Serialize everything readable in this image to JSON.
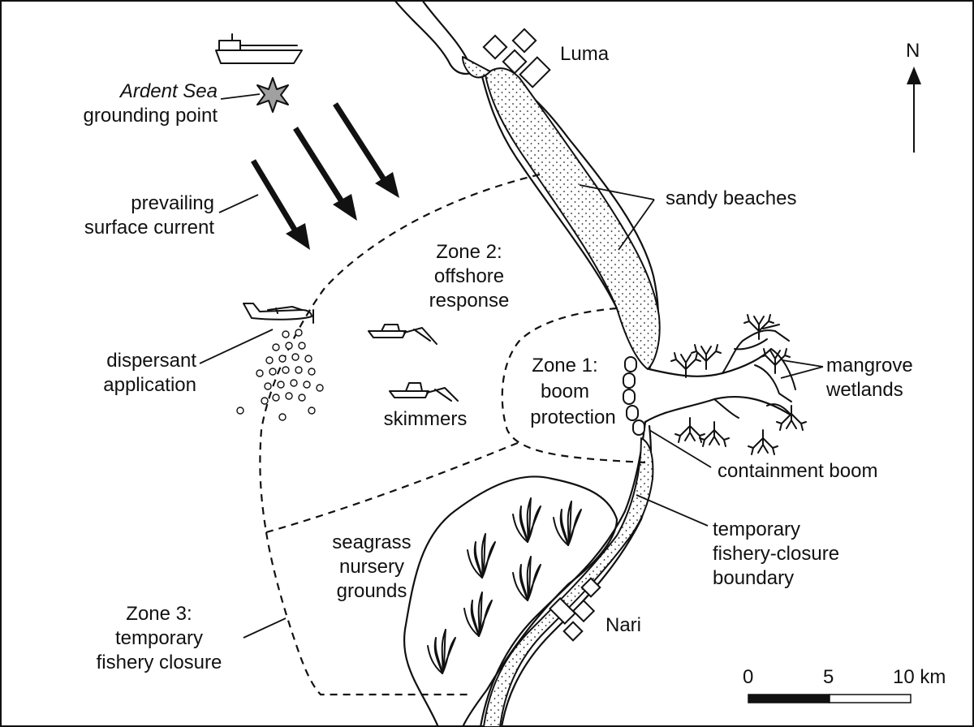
{
  "map": {
    "labels": {
      "grounding_line1": "Ardent Sea",
      "grounding_line2": "grounding point",
      "current_line1": "prevailing",
      "current_line2": "surface current",
      "dispersant_line1": "dispersant",
      "dispersant_line2": "application",
      "zone2_line1": "Zone 2:",
      "zone2_line2": "offshore",
      "zone2_line3": "response",
      "skimmers": "skimmers",
      "zone1_line1": "Zone 1:",
      "zone1_line2": "boom",
      "zone1_line3": "protection",
      "luma": "Luma",
      "beaches": "sandy beaches",
      "mangrove_line1": "mangrove",
      "mangrove_line2": "wetlands",
      "boom": "containment boom",
      "closure_boundary_line1": "temporary",
      "closure_boundary_line2": "fishery-closure",
      "closure_boundary_line3": "boundary",
      "seagrass_line1": "seagrass",
      "seagrass_line2": "nursery",
      "seagrass_line3": "grounds",
      "nari": "Nari",
      "zone3_line1": "Zone 3:",
      "zone3_line2": "temporary",
      "zone3_line3": "fishery closure"
    },
    "north_arrow": {
      "label": "N"
    },
    "scale_bar": {
      "tick_0": "0",
      "tick_5": "5",
      "tick_10": "10 km",
      "max_km": 10
    },
    "icons": [
      "ship-icon",
      "star-icon",
      "current-arrow-icon",
      "aircraft-icon",
      "skimmer-boat-icon",
      "building-icon",
      "mangrove-icon",
      "seagrass-icon",
      "boom-float-icon"
    ]
  }
}
